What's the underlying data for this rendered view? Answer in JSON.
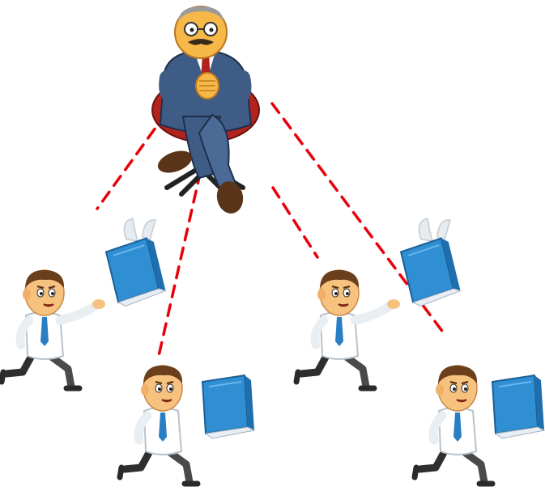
{
  "scene": {
    "palette": {
      "dashed_line": "#e8000b",
      "skin": "#f7c17e",
      "suit": "#3f5c86",
      "chair": "#b3231d",
      "book": "#2f8fd2",
      "shirt": "#ffffff",
      "tie": "#2a7fc4",
      "hair": "#6b3f1c",
      "shoe": "#5a3418"
    },
    "figures": [
      {
        "role": "boss",
        "pose": "seated-hands-clasped",
        "icon": "boss-figure"
      },
      {
        "role": "employee",
        "pose": "running-reaching-for-flying-book",
        "icon": "employee-figure"
      },
      {
        "role": "employee",
        "pose": "running-carrying-book",
        "icon": "employee-figure"
      },
      {
        "role": "employee",
        "pose": "running-reaching-for-flying-book",
        "icon": "employee-figure"
      },
      {
        "role": "employee",
        "pose": "running-carrying-book",
        "icon": "employee-figure"
      }
    ]
  }
}
